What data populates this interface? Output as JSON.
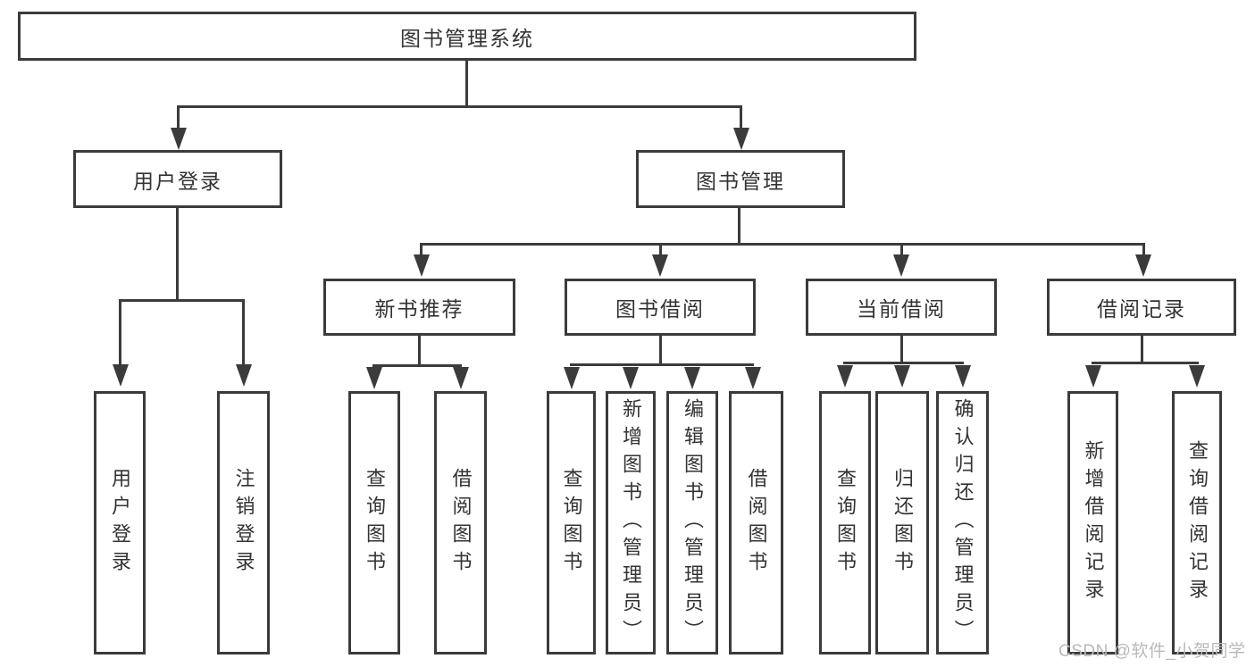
{
  "colors": {
    "line": "#3b3b3b",
    "text": "#333333",
    "watermark": "#b9b9b9",
    "background": "#ffffff"
  },
  "tree": {
    "root": {
      "label": "图书管理系统",
      "children": [
        {
          "label": "用户登录",
          "children": [
            {
              "label": "用户登录"
            },
            {
              "label": "注销登录"
            }
          ]
        },
        {
          "label": "图书管理",
          "children": [
            {
              "label": "新书推荐",
              "children": [
                {
                  "label": "查询图书"
                },
                {
                  "label": "借阅图书"
                }
              ]
            },
            {
              "label": "图书借阅",
              "children": [
                {
                  "label": "查询图书"
                },
                {
                  "label": "新增图书（管理员）"
                },
                {
                  "label": "编辑图书（管理员）"
                },
                {
                  "label": "借阅图书"
                }
              ]
            },
            {
              "label": "当前借阅",
              "children": [
                {
                  "label": "查询图书"
                },
                {
                  "label": "归还图书"
                },
                {
                  "label": "确认归还（管理员）"
                }
              ]
            },
            {
              "label": "借阅记录",
              "children": [
                {
                  "label": "新增借阅记录"
                },
                {
                  "label": "查询借阅记录"
                }
              ]
            }
          ]
        }
      ]
    }
  },
  "watermark": {
    "text": "CSDN @软件_小贺同学"
  }
}
